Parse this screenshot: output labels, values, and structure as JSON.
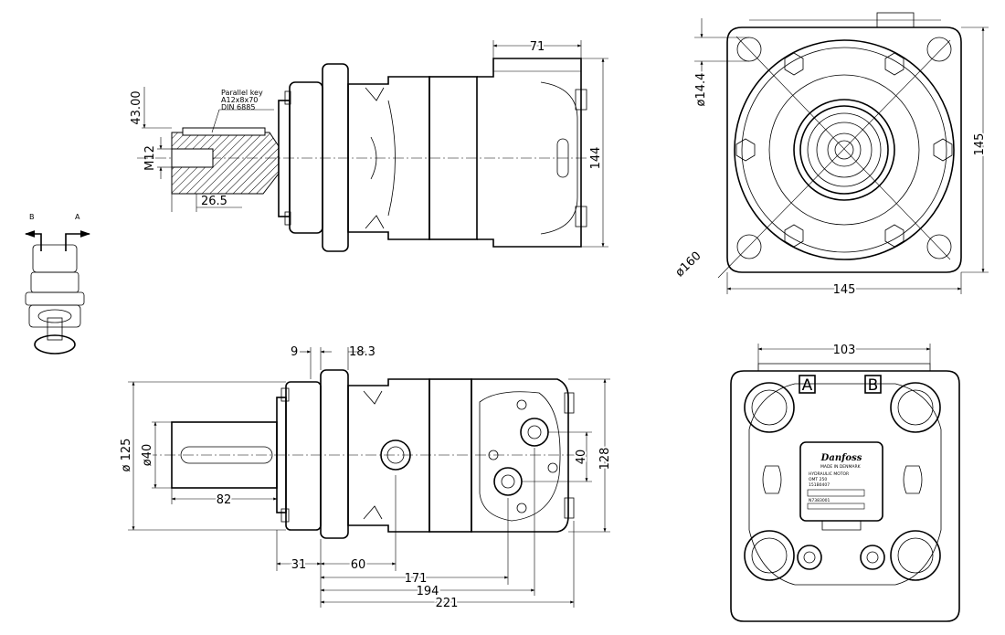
{
  "top_view": {
    "key_note": [
      "Parallel key",
      "A12x8x70",
      "DIN  6885"
    ],
    "dim_43": "43.00",
    "dim_m12": "M12",
    "dim_26_5": "26.5",
    "dim_71": "71",
    "dim_144": "144"
  },
  "end_view": {
    "dim_d14_4": "ø14.4",
    "dim_d160": "ø160",
    "dim_145_h": "145",
    "dim_145_v": "145"
  },
  "rotation_icon": {
    "label_b": "B",
    "label_a": "A"
  },
  "side_view": {
    "dim_9": "9",
    "dim_18_3": "18.3",
    "dim_d125": "ø 125",
    "dim_d40": "ø40",
    "dim_82": "82",
    "dim_31": "31",
    "dim_60": "60",
    "dim_171": "171",
    "dim_194": "194",
    "dim_221": "221",
    "dim_40": "40",
    "dim_128": "128"
  },
  "rear_view": {
    "dim_103": "103",
    "port_a": "A",
    "port_b": "B",
    "nameplate": {
      "brand": "Danfoss",
      "made_in": "MADE IN DENMARK",
      "line1": "HYDRAULIC MOTOR",
      "line2": "OMT 250",
      "line3": "151B0407",
      "line4": "N7383001"
    }
  }
}
